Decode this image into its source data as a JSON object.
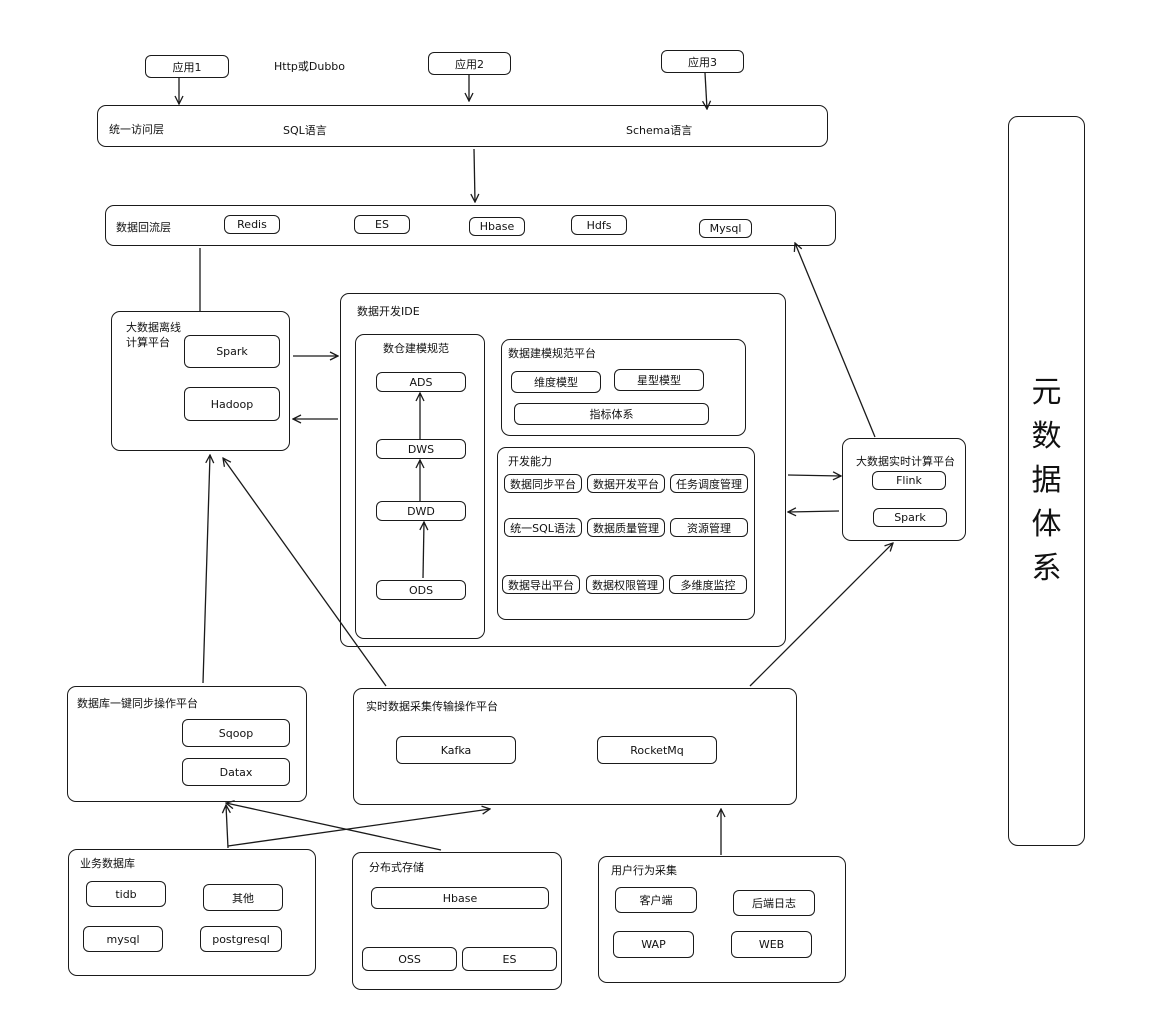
{
  "apps": [
    "应用1",
    "应用2",
    "应用3"
  ],
  "protocol_label": "Http或Dubbo",
  "access_layer": {
    "title": "统一访问层",
    "sql_label": "SQL语言",
    "schema_label": "Schema语言"
  },
  "return_layer": {
    "title": "数据回流层",
    "items": [
      "Redis",
      "ES",
      "Hbase",
      "Hdfs",
      "Mysql"
    ]
  },
  "offline": {
    "title": "大数据离线\n计算平台",
    "items": [
      "Spark",
      "Hadoop"
    ]
  },
  "ide": {
    "title": "数据开发IDE",
    "warehouse": {
      "title": "数仓建模规范",
      "layers": [
        "ADS",
        "DWS",
        "DWD",
        "ODS"
      ]
    },
    "modeling": {
      "title": "数据建模规范平台",
      "items": [
        "维度模型",
        "星型模型",
        "指标体系"
      ]
    },
    "capability": {
      "title": "开发能力",
      "items": [
        "数据同步平台",
        "数据开发平台",
        "任务调度管理",
        "统一SQL语法",
        "数据质量管理",
        "资源管理",
        "数据导出平台",
        "数据权限管理",
        "多维度监控"
      ]
    }
  },
  "realtime_compute": {
    "title": "大数据实时计算平台",
    "items": [
      "Flink",
      "Spark"
    ]
  },
  "db_sync": {
    "title": "数据库一键同步操作平台",
    "items": [
      "Sqoop",
      "Datax"
    ]
  },
  "realtime_collect": {
    "title": "实时数据采集传输操作平台",
    "items": [
      "Kafka",
      "RocketMq"
    ]
  },
  "business_db": {
    "title": "业务数据库",
    "items": [
      "tidb",
      "其他",
      "mysql",
      "postgresql"
    ]
  },
  "dist_storage": {
    "title": "分布式存储",
    "items": [
      "Hbase",
      "OSS",
      "ES"
    ]
  },
  "user_behavior": {
    "title": "用户行为采集",
    "items": [
      "客户端",
      "后端日志",
      "WAP",
      "WEB"
    ]
  },
  "meta_system": "元数据体系"
}
